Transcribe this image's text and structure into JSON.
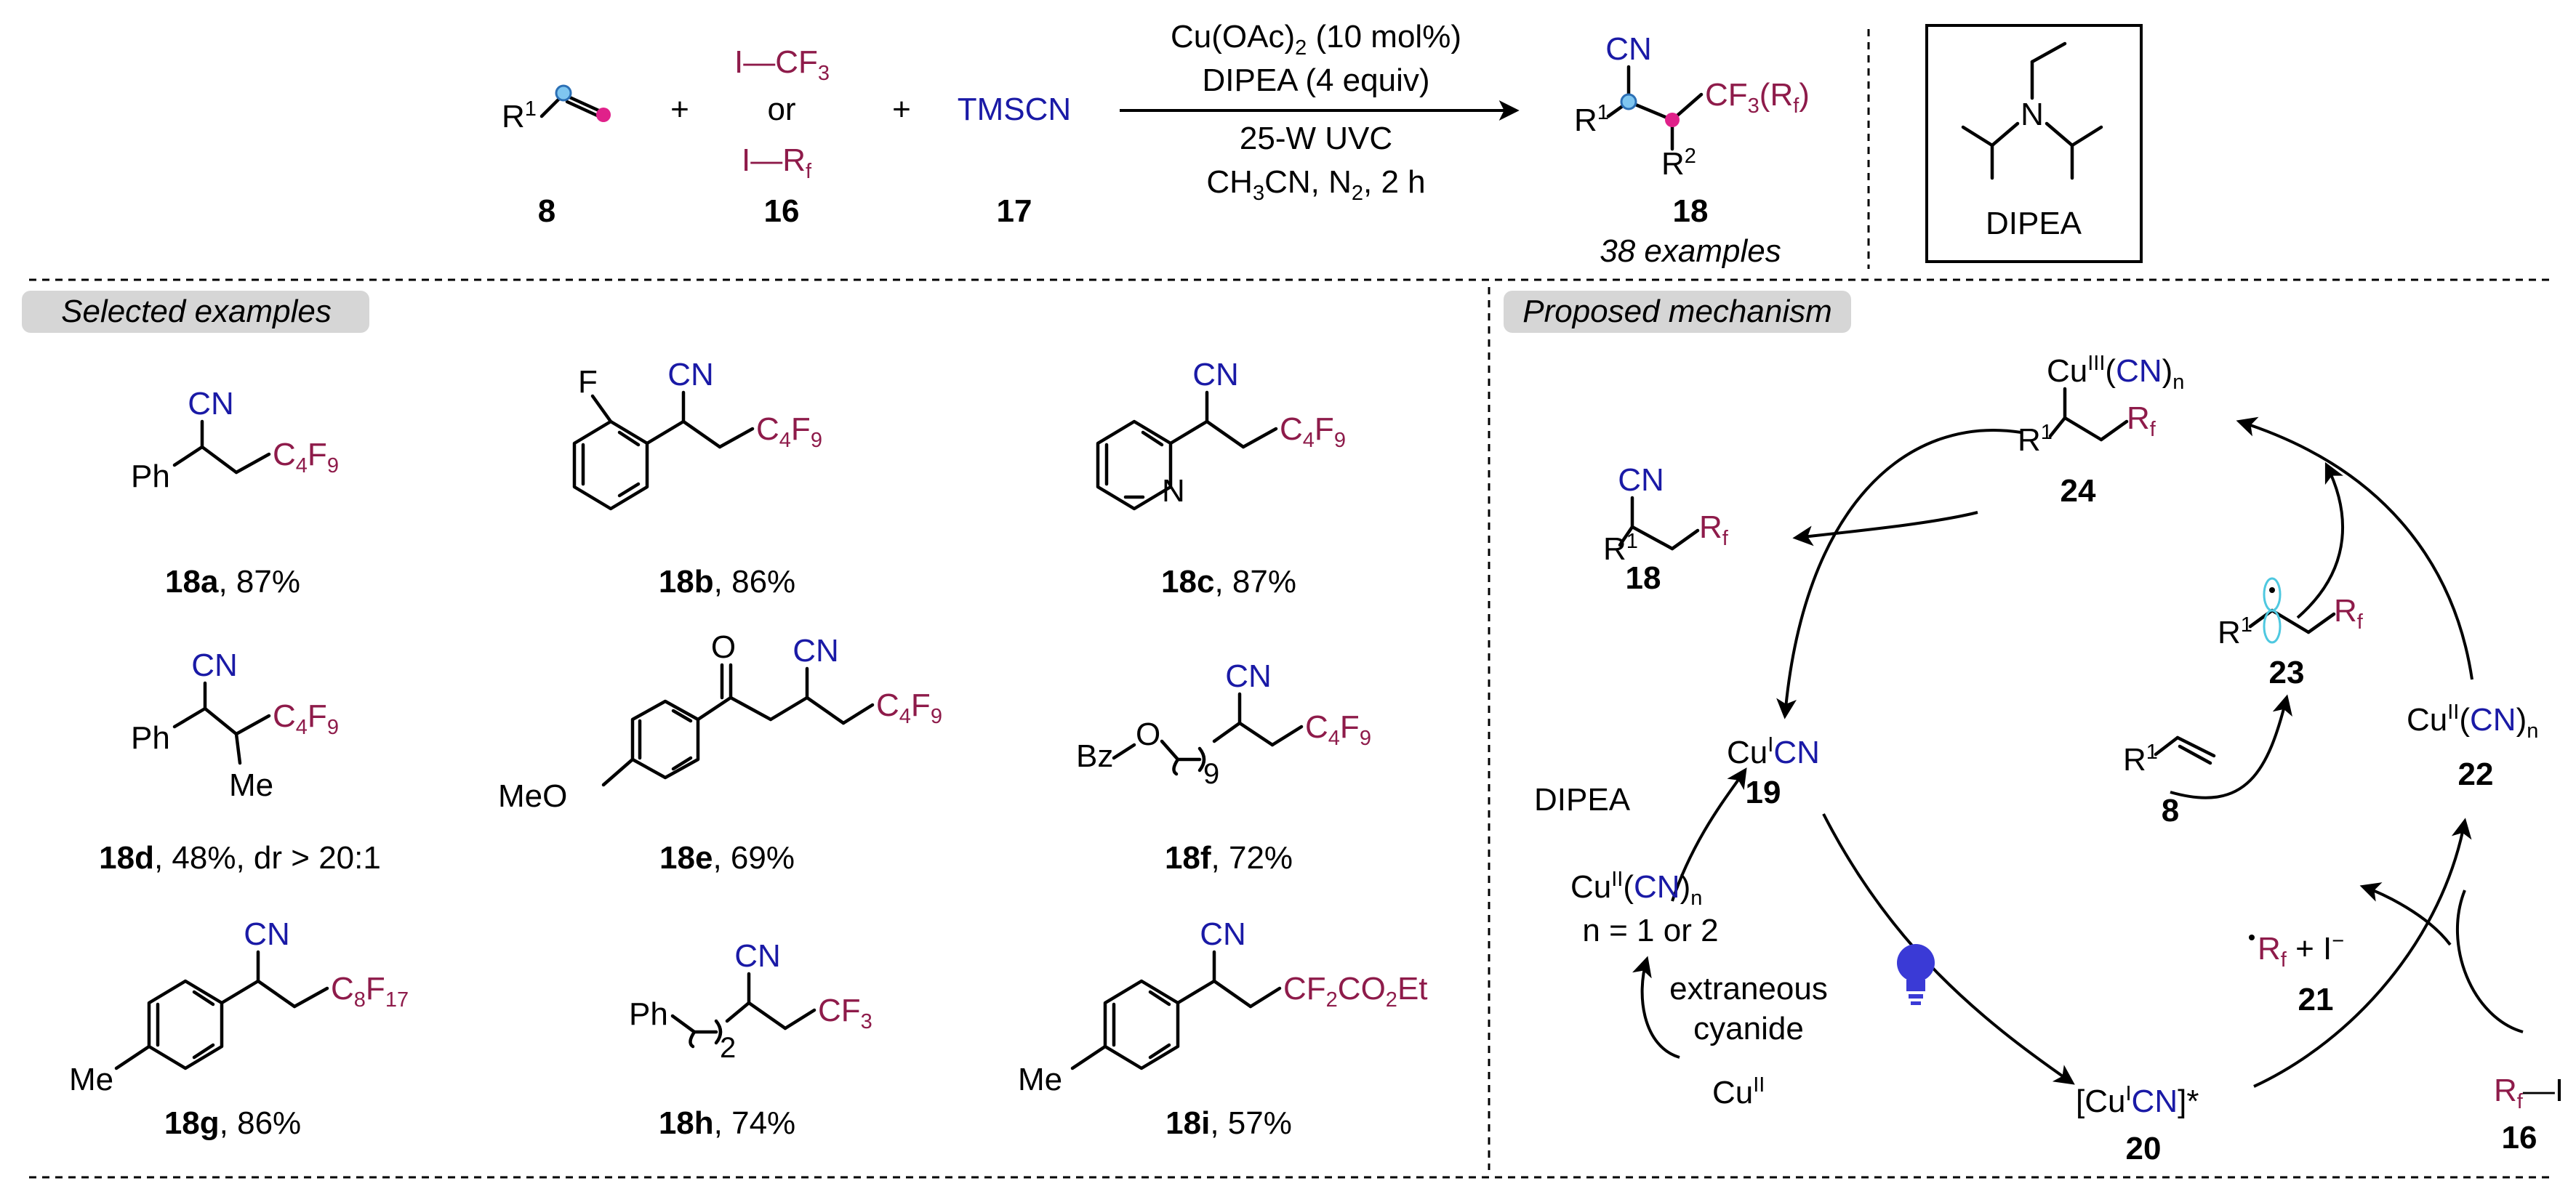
{
  "scheme": {
    "reactants": [
      {
        "label": "8",
        "text": "R1"
      },
      {
        "label": "16",
        "top": "I—CF3",
        "middle": "or",
        "bottom": "I—Rf"
      },
      {
        "label": "17",
        "text": "TMSCN"
      }
    ],
    "plus": "+",
    "conditions": [
      "Cu(OAc)2 (10 mol%)",
      "DIPEA (4 equiv)",
      "25-W UVC",
      "CH3CN, N2, 2 h"
    ],
    "product": {
      "label": "18",
      "note": "38 examples",
      "cn": "CN",
      "cf3": "CF3(Rf)",
      "r1": "R1",
      "r2": "R2"
    },
    "dipea_label": "DIPEA"
  },
  "sections": {
    "examples_title": "Selected examples",
    "mechanism_title": "Proposed mechanism"
  },
  "examples": [
    {
      "id": "18a",
      "yield": ", 87%"
    },
    {
      "id": "18b",
      "yield": ", 86%"
    },
    {
      "id": "18c",
      "yield": ", 87%"
    },
    {
      "id": "18d",
      "yield": ", 48%, dr > 20:1"
    },
    {
      "id": "18e",
      "yield": ", 69%"
    },
    {
      "id": "18f",
      "yield": ", 72%"
    },
    {
      "id": "18g",
      "yield": ", 86%"
    },
    {
      "id": "18h",
      "yield": ", 74%"
    },
    {
      "id": "18i",
      "yield": ", 57%"
    }
  ],
  "mechanism": {
    "c24": "24",
    "c18": "18",
    "c23": "23",
    "c19": "19",
    "c8": "8",
    "c22": "22",
    "c21": "21",
    "c20": "20",
    "c16": "16",
    "dipea": "DIPEA",
    "cu2cn": "n = 1 or 2",
    "extraneous": "extraneous",
    "cyanide": "cyanide"
  }
}
